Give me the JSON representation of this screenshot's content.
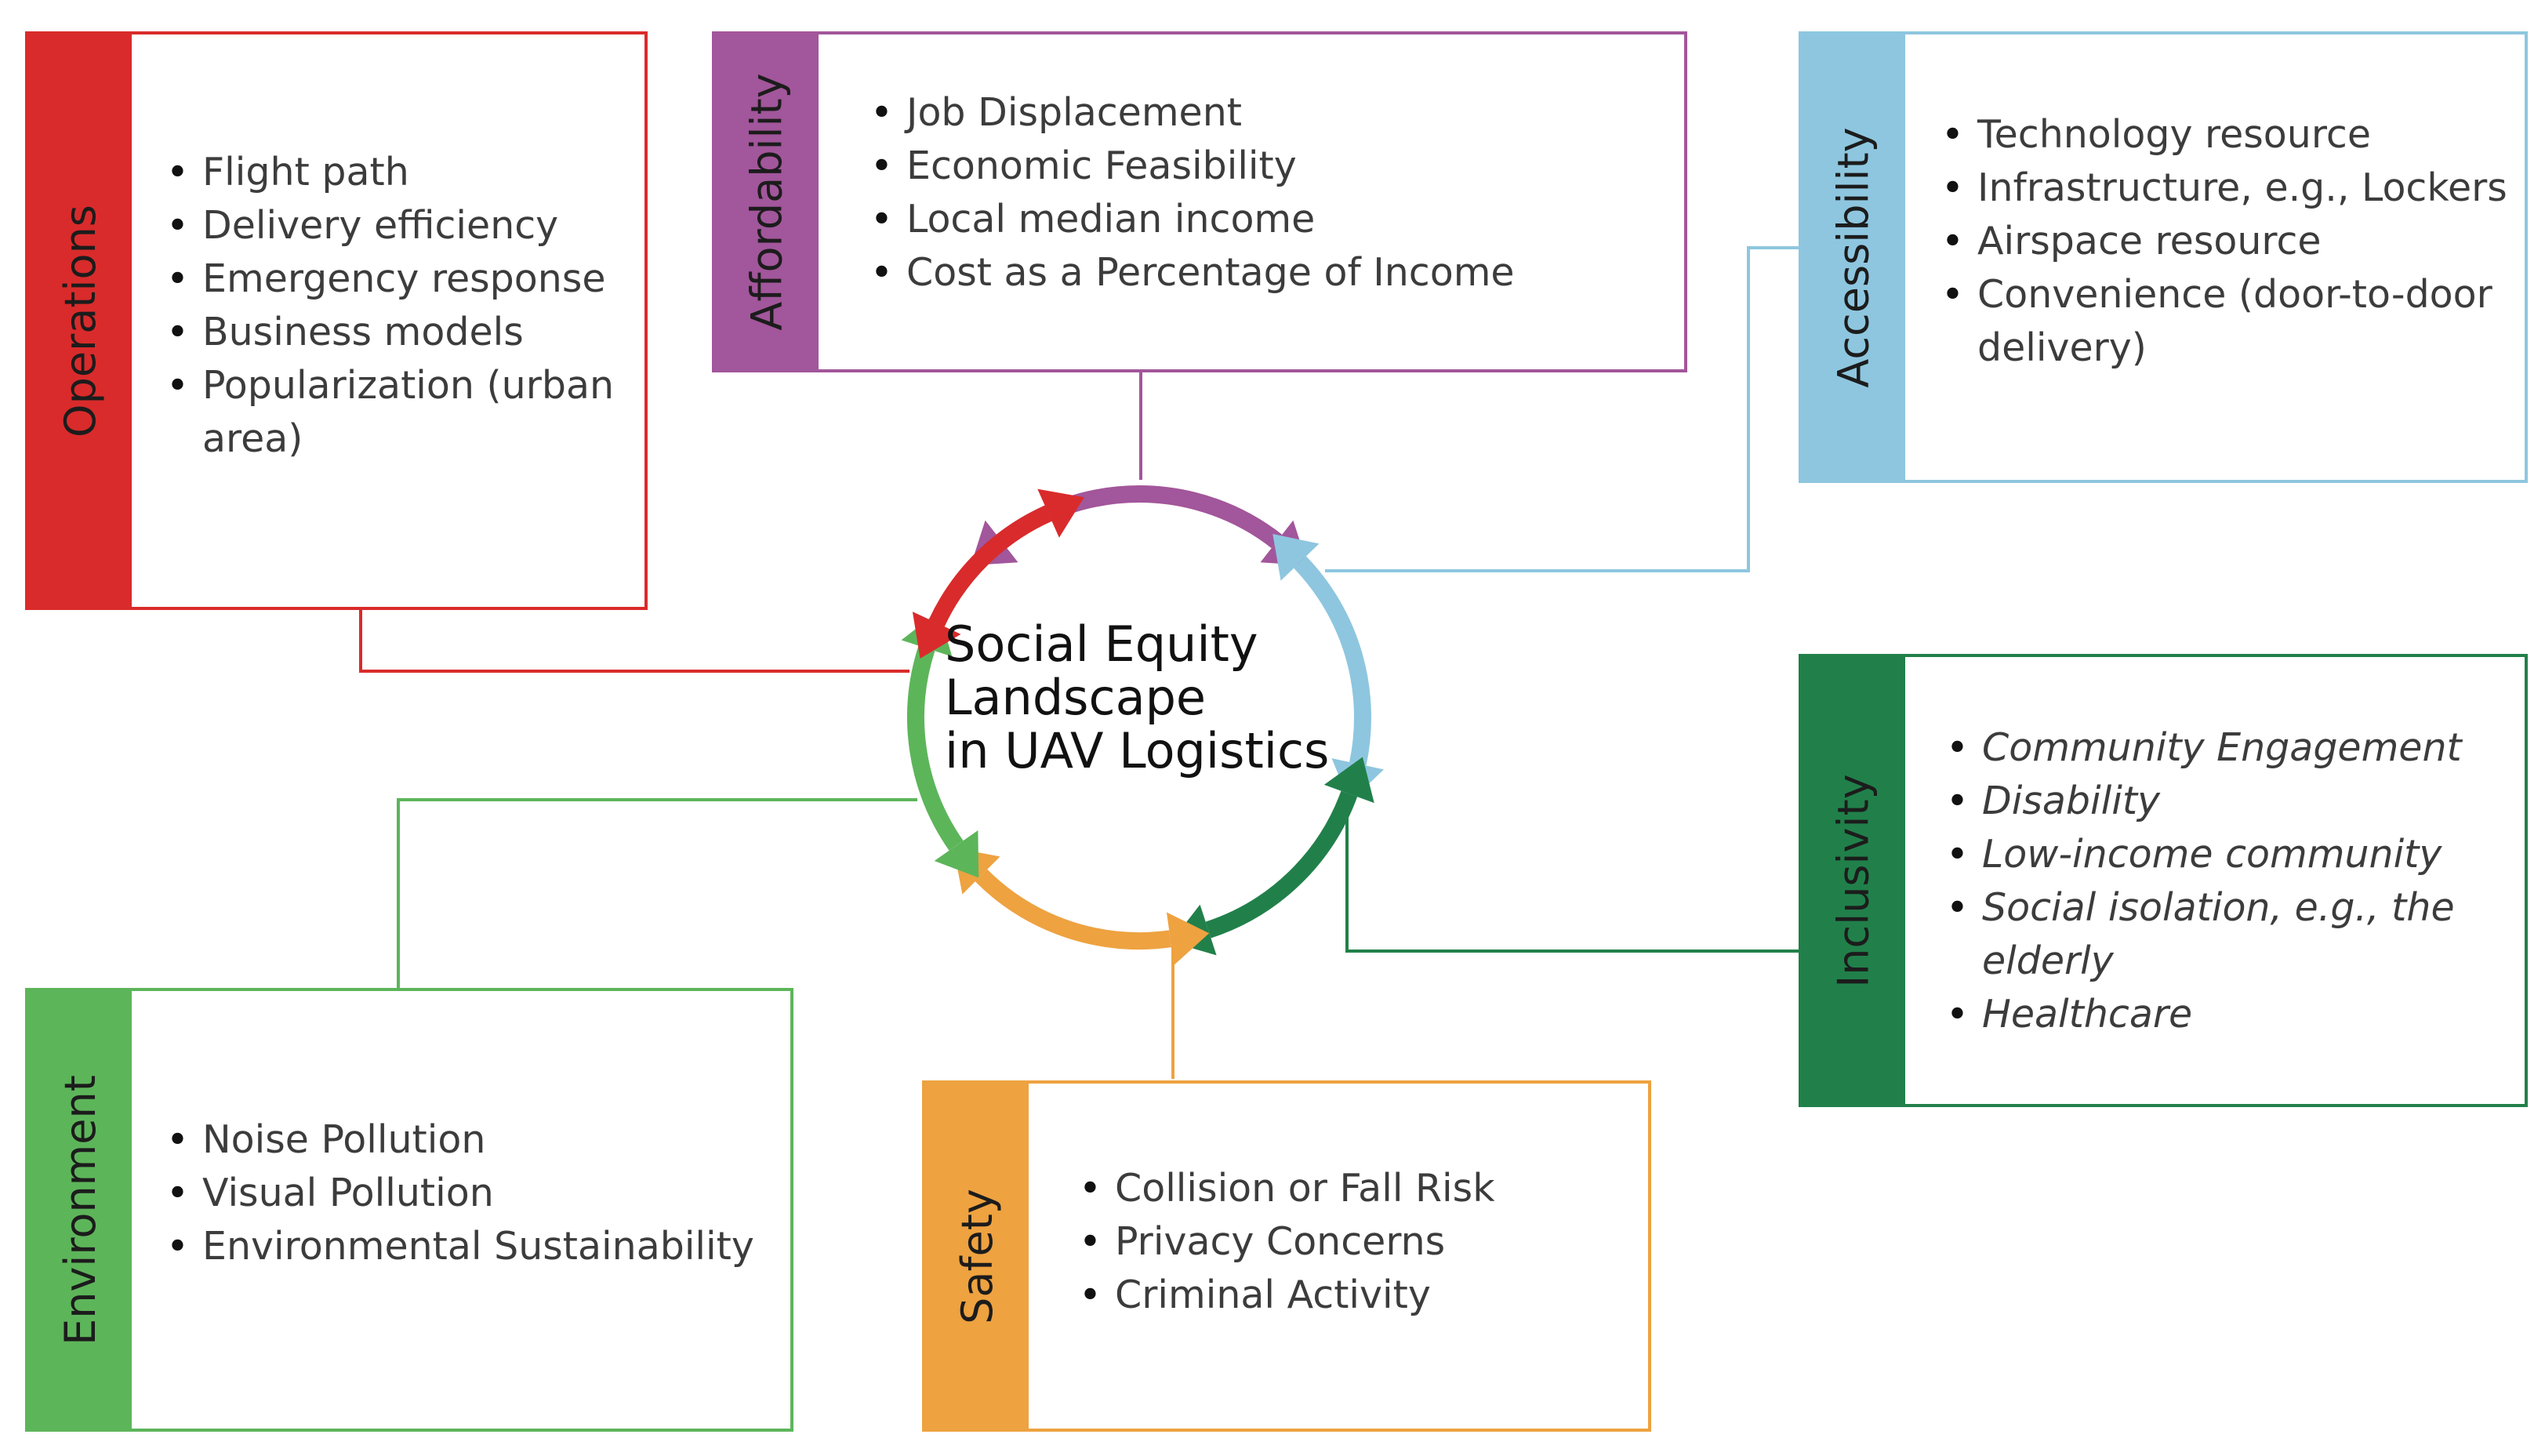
{
  "center": {
    "line1": "Social Equity",
    "line2": "Landscape",
    "line3": "in UAV Logistics"
  },
  "boxes": {
    "operations": {
      "title": "Operations",
      "color": "#d92b2b",
      "items": [
        "Flight path",
        "Delivery efficiency",
        "Emergency response",
        "Business models",
        "Popularization (urban area)"
      ]
    },
    "affordability": {
      "title": "Affordability",
      "color": "#a2569b",
      "items": [
        "Job Displacement",
        "Economic Feasibility",
        "Local median income",
        "Cost as a Percentage of Income"
      ]
    },
    "accessibility": {
      "title": "Accessibility",
      "color": "#8ec6df",
      "items": [
        "Technology resource",
        "Infrastructure, e.g., Lockers",
        "Airspace resource",
        "Convenience (door-to-door delivery)"
      ]
    },
    "inclusivity": {
      "title": "Inclusivity",
      "color": "#21804a",
      "items": [
        "Community Engagement",
        "Disability",
        "Low-income community",
        "Social isolation, e.g., the elderly",
        "Healthcare"
      ]
    },
    "environment": {
      "title": "Environment",
      "color": "#5db55a",
      "items": [
        "Noise Pollution",
        "Visual Pollution",
        "Environmental Sustainability"
      ]
    },
    "safety": {
      "title": "Safety",
      "color": "#eea240",
      "items": [
        "Collision or Fall Risk",
        "Privacy Concerns",
        "Criminal Activity"
      ]
    }
  }
}
